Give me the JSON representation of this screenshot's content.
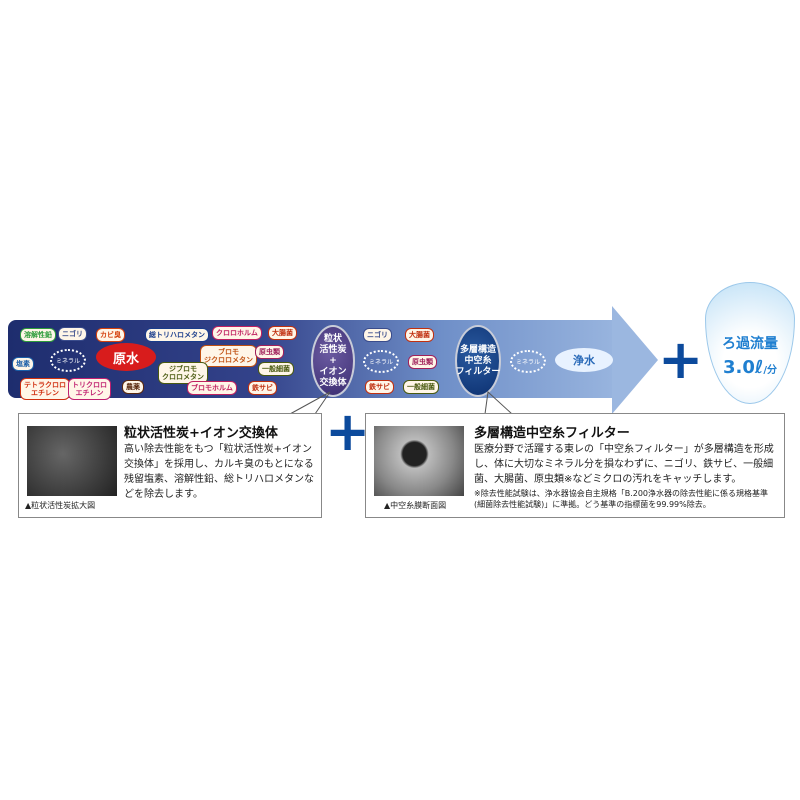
{
  "raw_contaminants": [
    {
      "label": "溶解性鉛",
      "color": "#2d9c3a"
    },
    {
      "label": "塩素",
      "color": "#1a5ea8"
    },
    {
      "label": "ニゴリ",
      "color": "#3a4c8c"
    },
    {
      "label": "カビ臭",
      "color": "#d4400c"
    },
    {
      "label": "総トリハロメタン",
      "color": "#1a3c8c"
    },
    {
      "label": "クロロホルム",
      "color": "#c02060"
    },
    {
      "label": "大腸菌",
      "color": "#c03010"
    },
    {
      "label": "ブロモ\nジクロロメタン",
      "color": "#c05010"
    },
    {
      "label": "原虫類",
      "color": "#a0205a"
    },
    {
      "label": "ジブロモ\nクロロメタン",
      "color": "#4a5a10"
    },
    {
      "label": "一般細菌",
      "color": "#4a5a10"
    },
    {
      "label": "テトラクロロ\nエチレン",
      "color": "#d03010"
    },
    {
      "label": "トリクロロ\nエチレン",
      "color": "#c02070"
    },
    {
      "label": "農薬",
      "color": "#5a2a10"
    },
    {
      "label": "ブロモホルム",
      "color": "#c02060"
    },
    {
      "label": "鉄サビ",
      "color": "#c03010"
    }
  ],
  "mineral": "ミネラル",
  "raw_water": "原水",
  "filter1": "粒状\n活性炭\n+\nイオン\n交換体",
  "mid_contaminants": [
    {
      "label": "ニゴリ",
      "color": "#3a4c8c"
    },
    {
      "label": "大腸菌",
      "color": "#c03010"
    },
    {
      "label": "原虫類",
      "color": "#a0205a"
    },
    {
      "label": "鉄サビ",
      "color": "#c03010"
    },
    {
      "label": "一般細菌",
      "color": "#4a5a10"
    }
  ],
  "filter2": "多層構造\n中空糸\nフィルター",
  "pure_water": "浄水",
  "flow": {
    "title": "ろ過流量",
    "value": "3.0ℓ",
    "unit": "/分"
  },
  "panel1": {
    "title": "粒状活性炭+イオン交換体",
    "text": "高い除去性能をもつ「粒状活性炭+イオン交換体」を採用し、カルキ臭のもとになる残留塩素、溶解性鉛、総トリハロメタンなどを除去します。",
    "caption": "▲粒状活性炭拡大図"
  },
  "panel2": {
    "title": "多層構造中空糸フィルター",
    "text": "医療分野で活躍する東レの「中空糸フィルター」が多層構造を形成し、体に大切なミネラル分を損なわずに、ニゴリ、鉄サビ、一般細菌、大腸菌、原虫類※などミクロの汚れをキャッチします。",
    "note": "※除去性能試験は、浄水器協会自主規格「B.200浄水器の除去性能に係る規格基準(細菌除去性能試験)」に準拠。どう基準の指標菌を99.99%除去。",
    "caption": "▲中空糸膜断面図"
  }
}
